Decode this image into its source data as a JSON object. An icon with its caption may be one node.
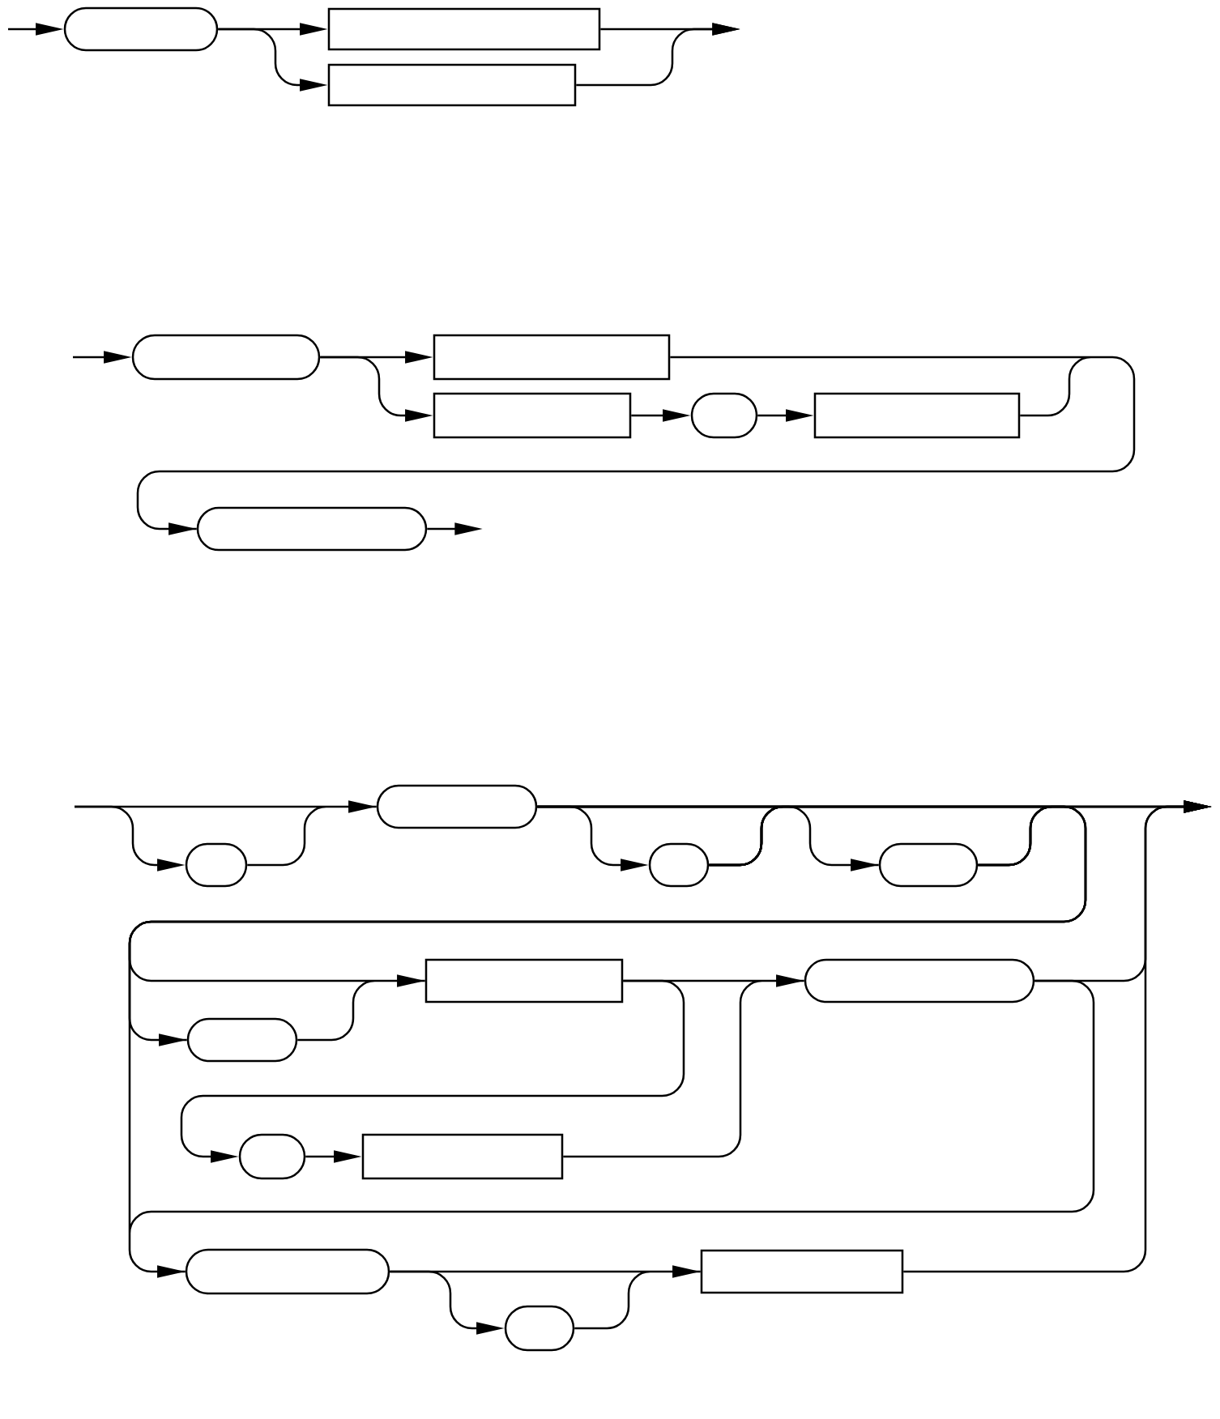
{
  "diagram": {
    "nodes": [
      {
        "text": [],
        "shape": "pill"
      },
      {
        "text": [],
        "shape": "box"
      },
      {
        "text": [],
        "shape": "box"
      },
      {
        "text": [],
        "shape": "pill"
      },
      {
        "text": [],
        "shape": "box"
      },
      {
        "text": [],
        "shape": "box"
      },
      {
        "text": [],
        "shape": "pill"
      },
      {
        "text": [],
        "shape": "box"
      },
      {
        "text": [],
        "shape": "pill"
      },
      {
        "text": [],
        "shape": "pill"
      },
      {
        "text": [],
        "shape": "pill"
      },
      {
        "text": [],
        "shape": "pill"
      },
      {
        "text": [],
        "shape": "pill"
      },
      {
        "text": [],
        "shape": "box"
      },
      {
        "text": [],
        "shape": "pill"
      },
      {
        "text": [],
        "shape": "pill"
      },
      {
        "text": [],
        "shape": "pill"
      },
      {
        "text": [],
        "shape": "box"
      },
      {
        "text": [],
        "shape": "pill"
      },
      {
        "text": [],
        "shape": "pill"
      },
      {
        "text": [],
        "shape": "box"
      }
    ],
    "edges": [
      {
        "from": null,
        "to": 0,
        "arrow": "to"
      },
      {
        "from": 0,
        "to": 1,
        "arrow": "to"
      },
      {
        "from": 0,
        "to": 2,
        "arrow": "to"
      },
      {
        "from": 1,
        "to": null,
        "arrow": "to"
      },
      {
        "from": 2,
        "to": null,
        "arrow": "to"
      },
      {
        "from": null,
        "to": 3,
        "arrow": "to"
      },
      {
        "from": 3,
        "to": 4,
        "arrow": "to"
      },
      {
        "from": 3,
        "to": 5,
        "arrow": "to"
      },
      {
        "from": 5,
        "to": 6,
        "arrow": "to"
      },
      {
        "from": 6,
        "to": 7,
        "arrow": "to"
      },
      {
        "from": 4,
        "to": 8,
        "arrow": "to"
      },
      {
        "from": 7,
        "to": 8,
        "arrow": "to"
      },
      {
        "from": 8,
        "to": null,
        "arrow": "to"
      },
      {
        "from": null,
        "to": 9,
        "arrow": "to"
      },
      {
        "from": null,
        "to": 10,
        "arrow": "to"
      },
      {
        "from": 9,
        "to": 10,
        "arrow": "to"
      },
      {
        "from": 10,
        "to": 11,
        "arrow": "to"
      },
      {
        "from": 10,
        "to": 12,
        "arrow": "to"
      },
      {
        "from": 11,
        "to": 12,
        "arrow": "to"
      },
      {
        "from": 10,
        "to": null,
        "arrow": "to"
      },
      {
        "from": 11,
        "to": null,
        "arrow": "to"
      },
      {
        "from": 12,
        "to": null,
        "arrow": "to"
      },
      {
        "from": 10,
        "to": 13,
        "arrow": "to"
      },
      {
        "from": 11,
        "to": 13,
        "arrow": "to"
      },
      {
        "from": 12,
        "to": 13,
        "arrow": "to"
      },
      {
        "from": 10,
        "to": 14,
        "arrow": "to"
      },
      {
        "from": 11,
        "to": 14,
        "arrow": "to"
      },
      {
        "from": 12,
        "to": 14,
        "arrow": "to"
      },
      {
        "from": 10,
        "to": 18,
        "arrow": "to"
      },
      {
        "from": 11,
        "to": 18,
        "arrow": "to"
      },
      {
        "from": 12,
        "to": 18,
        "arrow": "to"
      },
      {
        "from": 14,
        "to": 13,
        "arrow": "to"
      },
      {
        "from": 13,
        "to": 15,
        "arrow": "to"
      },
      {
        "from": 13,
        "to": 16,
        "arrow": "to"
      },
      {
        "from": 16,
        "to": 17,
        "arrow": "to"
      },
      {
        "from": 17,
        "to": 15,
        "arrow": "to"
      },
      {
        "from": 15,
        "to": null,
        "arrow": "to"
      },
      {
        "from": 15,
        "to": 18,
        "arrow": "to"
      },
      {
        "from": 18,
        "to": 20,
        "arrow": "to"
      },
      {
        "from": 18,
        "to": 19,
        "arrow": "to"
      },
      {
        "from": 19,
        "to": 20,
        "arrow": "to"
      },
      {
        "from": 20,
        "to": null,
        "arrow": "to"
      }
    ]
  }
}
